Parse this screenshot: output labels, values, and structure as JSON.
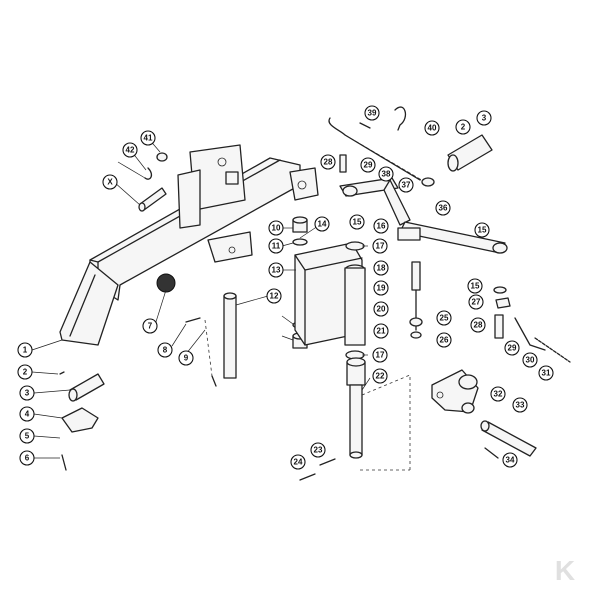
{
  "callouts": [
    "1",
    "2",
    "3",
    "4",
    "5",
    "6",
    "7",
    "8",
    "9",
    "10",
    "11",
    "12",
    "13",
    "14",
    "15",
    "16",
    "17",
    "18",
    "19",
    "20",
    "21",
    "22",
    "23",
    "24",
    "25",
    "26",
    "27",
    "28",
    "29",
    "30",
    "31",
    "32",
    "33",
    "34",
    "36",
    "37",
    "38",
    "39",
    "40",
    "41",
    "42",
    "X"
  ],
  "brand_mark": "K",
  "colors": {
    "line": "#222222",
    "background": "#ffffff",
    "logo": "#e0e0e0"
  }
}
